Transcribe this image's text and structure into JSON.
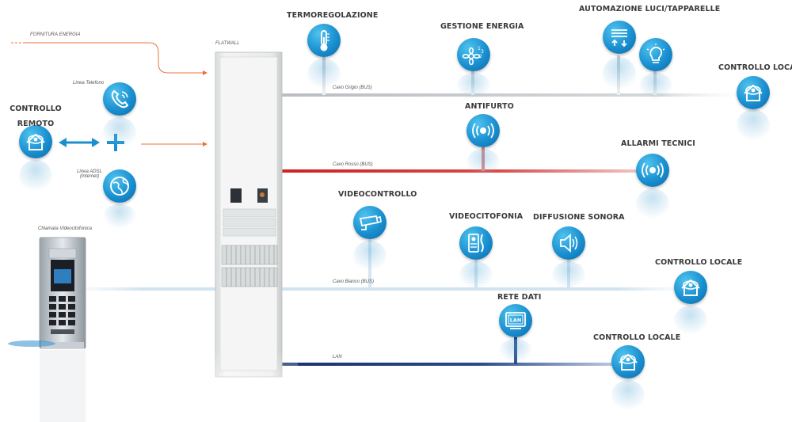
{
  "energy_supply": "FORNITURA ENERGIA",
  "flatwall": "FLATWALL",
  "remote_control": {
    "line1": "CONTROLLO",
    "line2": "REMOTO"
  },
  "phone_line": "Linea Telefono",
  "adsl_line": {
    "line1": "Linea ADSL",
    "line2": "(Internet)"
  },
  "video_door_call": "Chiamata Videocitofonica",
  "buses": {
    "grey": "Cavo Grigio (BUS)",
    "red": "Cavo Rosso (BUS)",
    "white": "Cavo Bianco (BUS)",
    "lan": "LAN"
  },
  "systems": {
    "thermoregulation": "TERMOREGOLAZIONE",
    "energy_management": "GESTIONE ENERGIA",
    "automation": "AUTOMAZIONE  LUCI/TAPPARELLE",
    "local_control_1": "CONTROLLO LOCALE",
    "anti_theft": "ANTIFURTO",
    "technical_alarms": "ALLARMI TECNICI",
    "video_control": "VIDEOCONTROLLO",
    "video_intercom": "VIDEOCITOFONIA",
    "sound_diffusion": "DIFFUSIONE SONORA",
    "local_control_2": "CONTROLLO LOCALE",
    "data_network": "RETE DATI",
    "local_control_3": "CONTROLLO LOCALE",
    "lan_badge": "LAN"
  },
  "colors": {
    "icon_blue": "#1a8fd0",
    "grey_bus": "#c8ccd0",
    "red_bus": "#d42a2a",
    "white_bus": "#cfe3f1",
    "lan_bus": "#1c3a7a",
    "energy_line": "#e8743b",
    "arrow_blue": "#1a8fd0"
  }
}
